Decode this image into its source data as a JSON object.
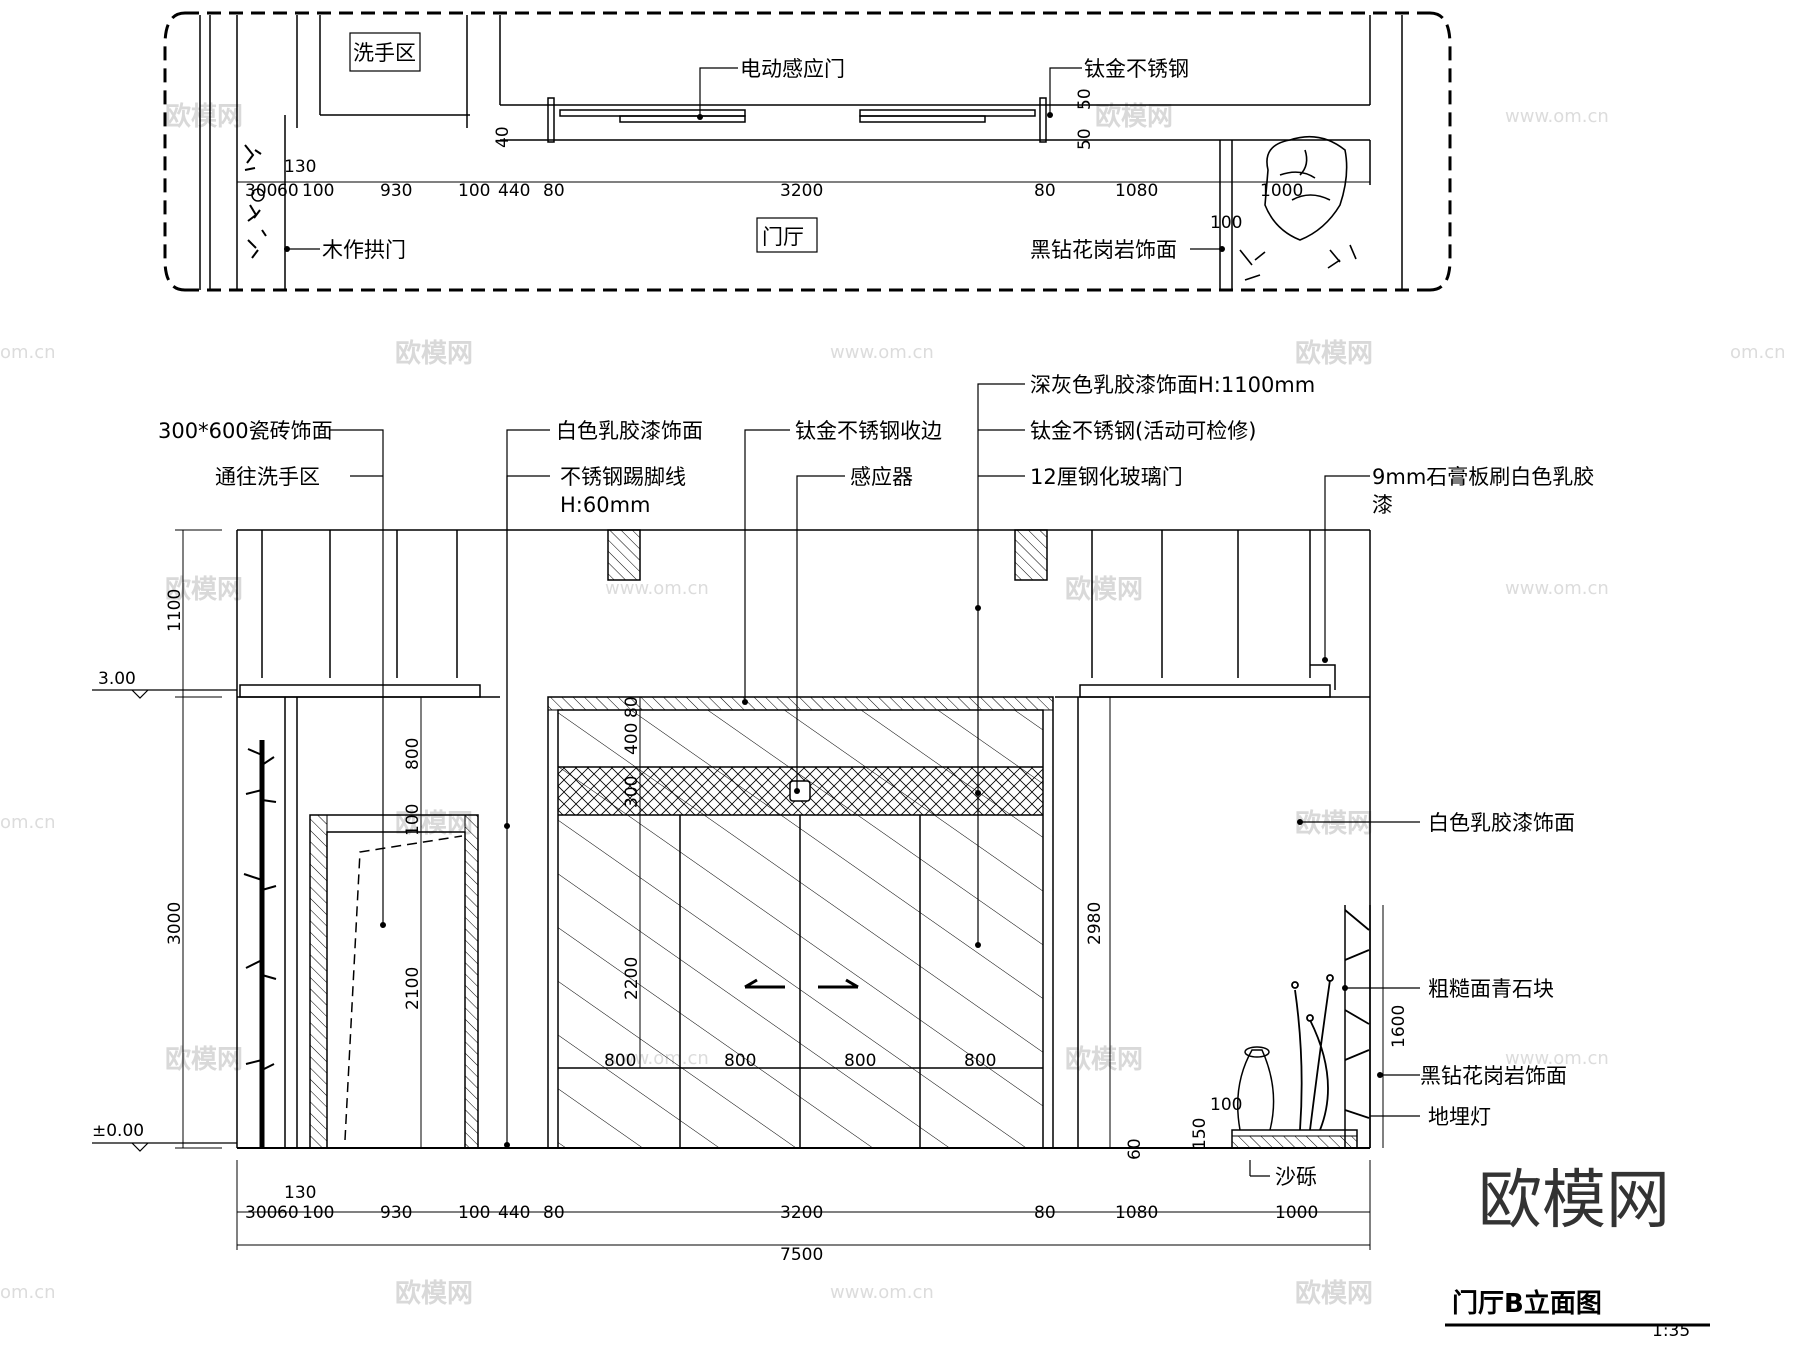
{
  "drawing": {
    "title": "门厅B立面图",
    "scale": "1:35",
    "brand": "欧模网",
    "watermark_text": "欧模网",
    "watermark_url": "www.om.cn",
    "watermark_url_short": "om.cn"
  },
  "plan": {
    "rooms": {
      "washroom": "洗手区",
      "foyer": "门厅"
    },
    "labels": {
      "auto_door": "电动感应门",
      "titanium_ss": "钛金不锈钢",
      "wood_arch": "木作拱门",
      "granite": "黑钻花岗岩饰面"
    },
    "dims_top": [
      "130",
      "40",
      "50",
      "50",
      "100"
    ],
    "dims_row": [
      "300",
      "60",
      "100",
      "930",
      "100",
      "440",
      "80",
      "3200",
      "80",
      "1080",
      "1000"
    ]
  },
  "elevation": {
    "labels": {
      "tile": "300*600瓷砖饰面",
      "to_washroom": "通往洗手区",
      "white_paint": "白色乳胶漆饰面",
      "ss_skirting": "不锈钢踢脚线",
      "skirting_h": "H:60mm",
      "ti_edge": "钛金不锈钢收边",
      "sensor": "感应器",
      "dark_grey": "深灰色乳胶漆饰面H:1100mm",
      "ti_removable": "钛金不锈钢(活动可检修)",
      "glass_door": "12厘钢化玻璃门",
      "gypsum_1": "9mm石膏板刷白色乳胶",
      "gypsum_2": "漆",
      "white_paint_right": "白色乳胶漆饰面",
      "bluestone": "粗糙面青石块",
      "granite": "黑钻花岗岩饰面",
      "floor_light": "地埋灯",
      "gravel": "沙砾"
    },
    "levels": {
      "ceiling": "3.00",
      "floor": "±0.00"
    },
    "dims_left": {
      "upper": "1100",
      "total": "3000"
    },
    "dims_door": {
      "d80": "80",
      "d400": "400",
      "d300": "300",
      "d2200": "2200",
      "panel": "800"
    },
    "dims_arch": {
      "d800": "800",
      "d100": "100",
      "d2100": "2100"
    },
    "dims_right": {
      "d2980": "2980",
      "d1600": "1600",
      "d60": "60",
      "d150": "150",
      "d100": "100"
    },
    "dims_bottom": [
      "130",
      "300",
      "60",
      "100",
      "930",
      "100",
      "440",
      "80",
      "3200",
      "80",
      "1080",
      "1000"
    ],
    "dims_total": "7500"
  }
}
